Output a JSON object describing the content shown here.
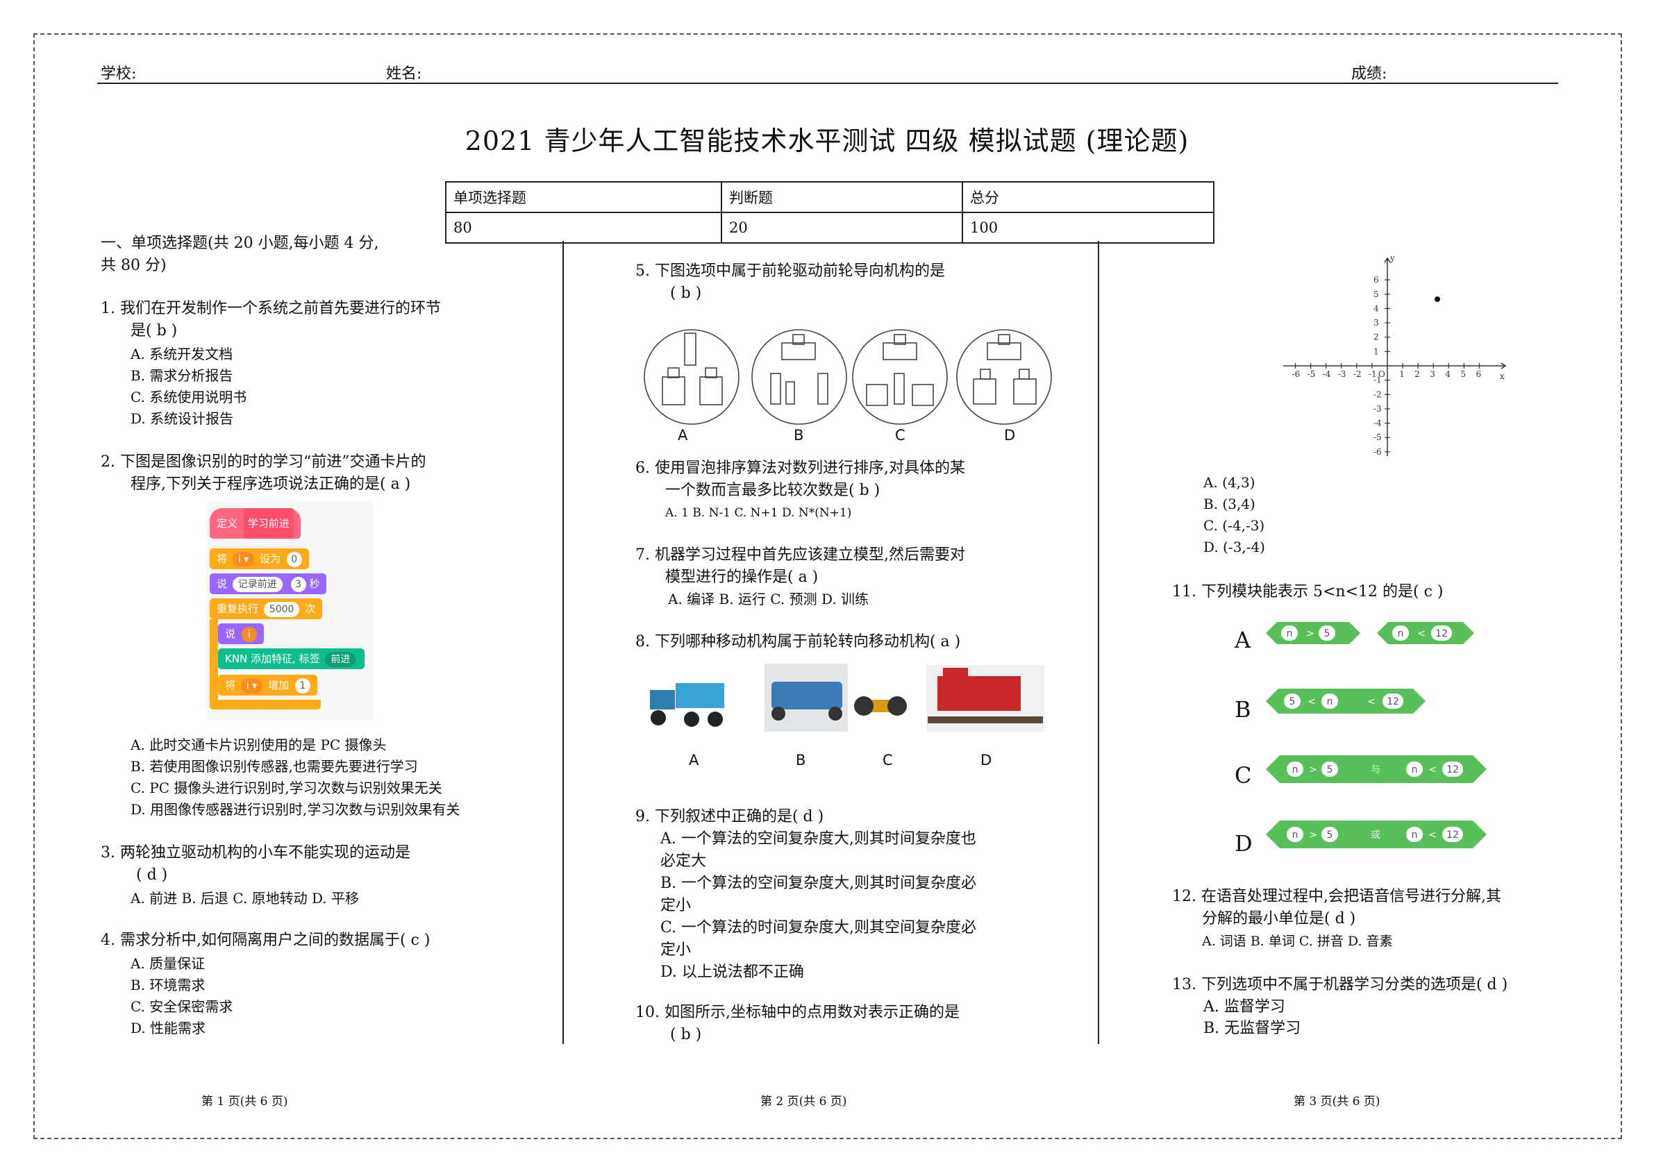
{
  "header": {
    "school": "学校:",
    "name": "姓名:",
    "score": "成绩:"
  },
  "title": "2021 青少年人工智能技术水平测试 四级 模拟试题 (理论题)",
  "score_table": {
    "headers": [
      "单项选择题",
      "判断题",
      "总分"
    ],
    "values": [
      "80",
      "20",
      "100"
    ]
  },
  "section1": {
    "line1": "一、单项选择题(共 20 小题,每小题 4 分,",
    "line2": "共 80 分)"
  },
  "q1": {
    "line1": "1.  我们在开发制作一个系统之前首先要进行的环节",
    "line2": "是( b )",
    "options": [
      "A.  系统开发文档",
      "B.  需求分析报告",
      "C.  系统使用说明书",
      "D.  系统设计报告"
    ]
  },
  "q2": {
    "line1": "2.  下图是图像识别的时的学习“前进”交通卡片的",
    "line2": "程序,下列关于程序选项说法正确的是( a )",
    "options": [
      "A.  此时交通卡片识别使用的是 PC 摄像头",
      "B.  若使用图像识别传感器,也需要先要进行学习",
      "C.  PC 摄像头进行识别时,学习次数与识别效果无关",
      "D.  用图像传感器进行识别时,学习次数与识别效果有关"
    ]
  },
  "scratch": {
    "define": "定义",
    "define_name": "学习前进",
    "set": "将",
    "var": "i ▾",
    "set_to": "设为",
    "set_val": "0",
    "say": "说",
    "say_text": "记录前进",
    "say_secs": "3",
    "secs": "秒",
    "repeat": "重复执行",
    "repeat_n": "5000",
    "times": "次",
    "say2": "说",
    "say2_var": "i",
    "knn": "KNN 添加特征, 标签",
    "knn_label": "前进",
    "inc": "将",
    "inc_var": "i ▾",
    "inc_word": "增加",
    "inc_val": "1"
  },
  "q3": {
    "line1": "3.  两轮独立驱动机构的小车不能实现的运动是",
    "line2": "( d )",
    "options": "A.   前进  B. 后退  C. 原地转动  D. 平移"
  },
  "q4": {
    "line1": "4.  需求分析中,如何隔离用户之间的数据属于( c )",
    "options": [
      "A. 质量保证",
      "B. 环境需求",
      "C. 安全保密需求",
      "D. 性能需求"
    ]
  },
  "q5": {
    "line1": "5.  下图选项中属于前轮驱动前轮导向机构的是",
    "line2": "( b )",
    "labels": [
      "A",
      "B",
      "C",
      "D"
    ]
  },
  "q6": {
    "line1": "6.  使用冒泡排序算法对数列进行排序,对具体的某",
    "line2": "一个数而言最多比较次数是( b )",
    "options": "A. 1  B. N-1  C. N+1  D. N*(N+1)"
  },
  "q7": {
    "line1": "7.  机器学习过程中首先应该建立模型,然后需要对",
    "line2": "模型进行的操作是( a )",
    "options": "A. 编译  B. 运行  C. 预测  D. 训练"
  },
  "q8": {
    "line1": "8.  下列哪种移动机构属于前轮转向移动机构( a )",
    "labels": [
      "A",
      "B",
      "C",
      "D"
    ]
  },
  "q9": {
    "line1": "9.  下列叙述中正确的是( d )",
    "lines": [
      "A.   一个算法的空间复杂度大,则其时间复杂度也",
      "必定大",
      "B.   一个算法的空间复杂度大,则其时间复杂度必",
      "定小",
      "C.   一个算法的时间复杂度大,则其空间复杂度必",
      "定小",
      "D.   以上说法都不正确"
    ]
  },
  "q10": {
    "line1": "10. 如图所示,坐标轴中的点用数对表示正确的是",
    "line2": "( b )",
    "options": [
      "A.  (4,3)",
      "B.  (3,4)",
      "C.  (-4,-3)",
      "D.  (-3,-4)"
    ]
  },
  "q11": {
    "line1": "11. 下列模块能表示 5<n<12 的是( c )",
    "labels": [
      "A",
      "B",
      "C",
      "D"
    ],
    "n": "n",
    "gt": ">",
    "lt": "<",
    "five": "5",
    "twelve": "12",
    "and": "与",
    "or": "或"
  },
  "q12": {
    "line1": "12. 在语音处理过程中,会把语音信号进行分解,其",
    "line2": "分解的最小单位是( d )",
    "options": "A. 词语  B. 单词  C. 拼音  D. 音素"
  },
  "q13": {
    "line1": "13. 下列选项中不属于机器学习分类的选项是( d )",
    "options": [
      "A.  监督学习",
      "B.  无监督学习"
    ]
  },
  "footers": [
    "第 1 页(共 6 页)",
    "第 2 页(共 6 页)",
    "第 3 页(共 6 页)"
  ],
  "colors": {
    "scratch_pink": "#ff6680",
    "scratch_orange": "#ffab19",
    "scratch_purple": "#9966ff",
    "scratch_green": "#0fbd8c",
    "hex_green": "#59c059"
  }
}
